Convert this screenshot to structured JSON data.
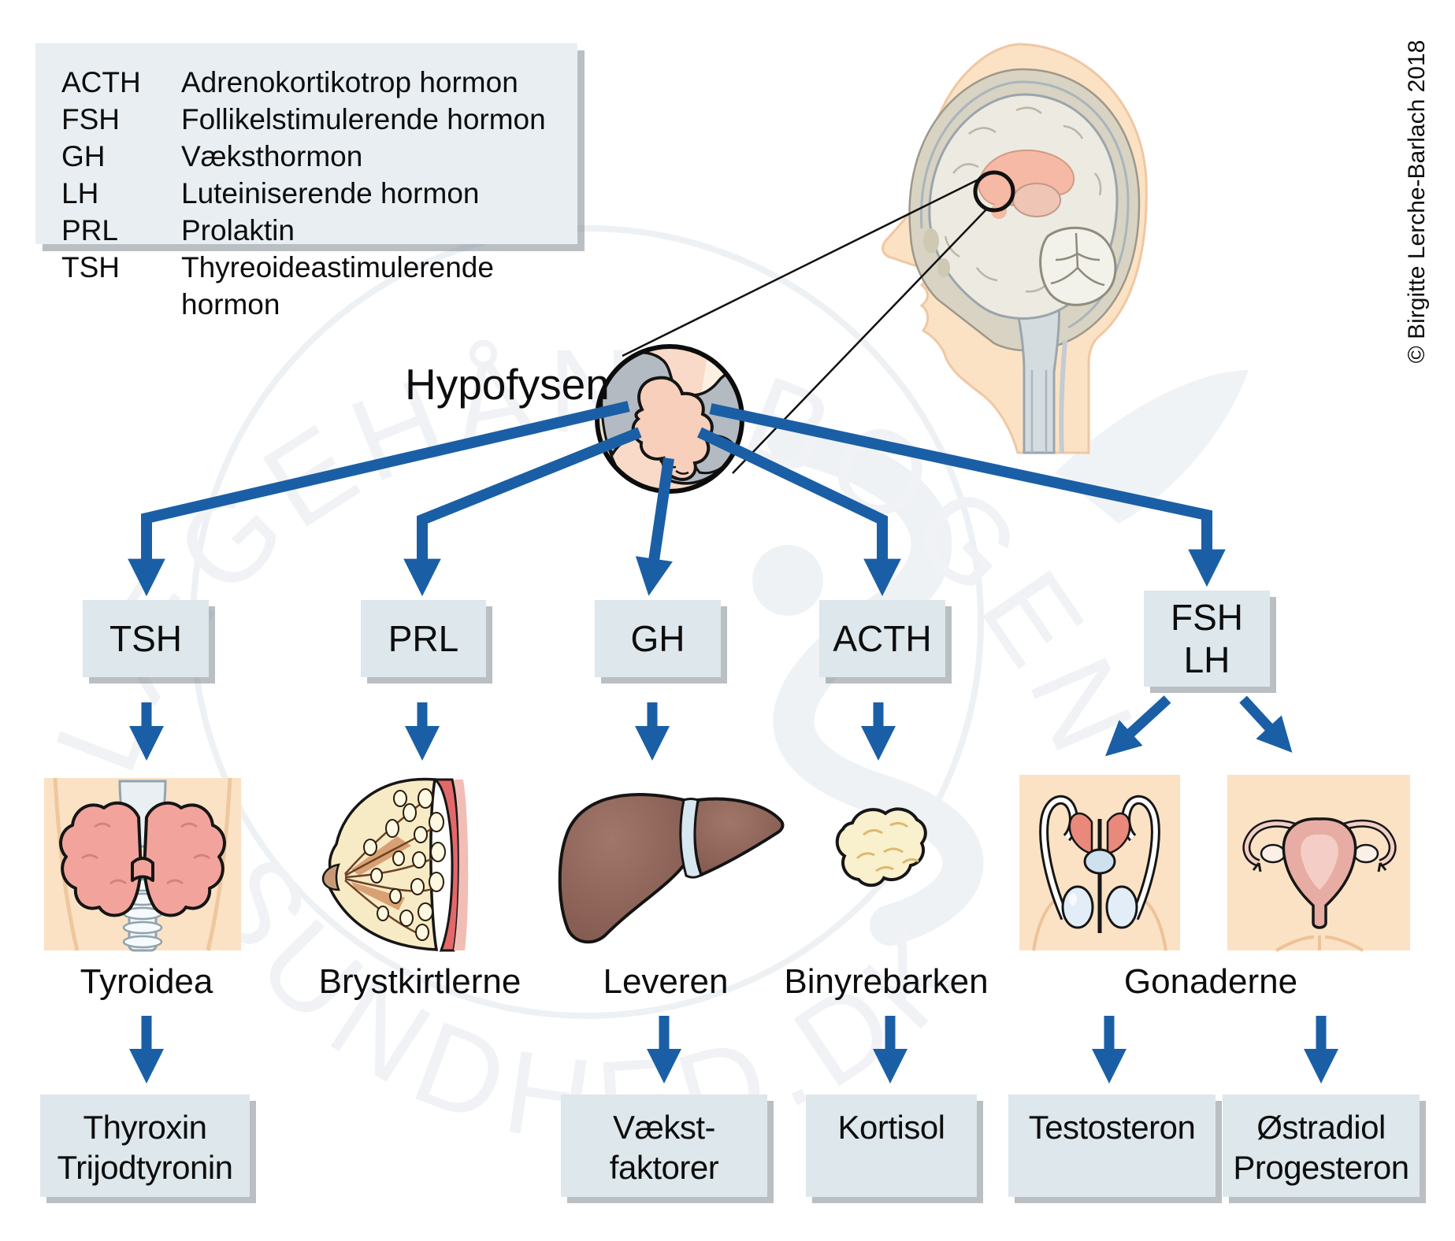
{
  "title": "Hypofysen",
  "copyright": "© Birgitte Lerche-Barlach 2018",
  "legend": {
    "items": [
      {
        "abbr": "ACTH",
        "name": "Adrenokortikotrop hormon"
      },
      {
        "abbr": "FSH",
        "name": "Follikelstimulerende hormon"
      },
      {
        "abbr": "GH",
        "name": "Væksthormon"
      },
      {
        "abbr": "LH",
        "name": "Luteiniserende hormon"
      },
      {
        "abbr": "PRL",
        "name": "Prolaktin"
      },
      {
        "abbr": "TSH",
        "name": "Thyreoideastimulerende hormon"
      }
    ]
  },
  "hormone_boxes": {
    "tsh": "TSH",
    "prl": "PRL",
    "gh": "GH",
    "acth": "ACTH",
    "fsh": "FSH",
    "lh": "LH"
  },
  "organ_labels": {
    "tyroidea": "Tyroidea",
    "brystkirtlerne": "Brystkirtlerne",
    "leveren": "Leveren",
    "binyrebarken": "Binyrebarken",
    "gonaderne": "Gonaderne"
  },
  "product_boxes": {
    "thyroxin_line1": "Thyroxin",
    "thyroxin_line2": "Trijodtyronin",
    "vaekst_line1": "Vækst-",
    "vaekst_line2": "faktorer",
    "kortisol": "Kortisol",
    "testosteron": "Testosteron",
    "oestradiol_line1": "Østradiol",
    "oestradiol_line2": "Progesteron"
  },
  "watermark": {
    "arc_top": "LÆGEHÅNDBOGEN",
    "arc_bottom": "SUNDHED.DK"
  },
  "colors": {
    "arrow_blue": "#1a5fa6",
    "box_fill": "#dde7ec",
    "legend_fill": "#e9eef2",
    "shadow": "#8a959c",
    "peach": "#fbe2c4",
    "liver_brown": "#8d6359",
    "thyroid_pink": "#f2a49c",
    "adrenal_cream": "#f9f0cd",
    "text": "#0d0d0d"
  }
}
